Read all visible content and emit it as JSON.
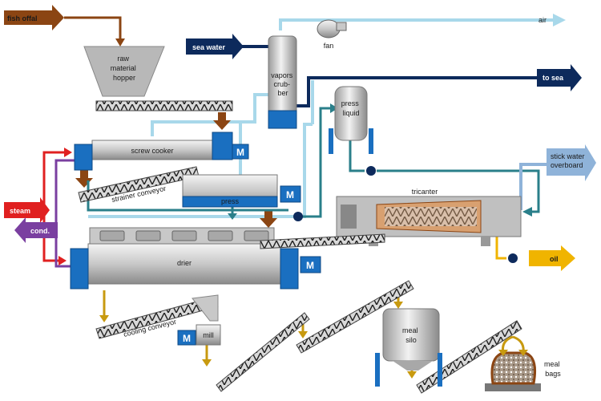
{
  "labels": {
    "fish_offal": "fish offal",
    "raw_material_hopper": [
      "raw",
      "material",
      "hopper"
    ],
    "sea_water": "sea water",
    "vapors_scrubber": [
      "vapors",
      "crub-",
      "ber"
    ],
    "fan": "fan",
    "air": "air",
    "to_sea": "to sea",
    "press_liquid": [
      "press",
      "liquid"
    ],
    "screw_cooker": "screw cooker",
    "strainer_conveyor": "strainer conveyor",
    "press": "press",
    "stick_water_overboard": [
      "stick water",
      "overboard"
    ],
    "tricanter": "tricanter",
    "steam": "steam",
    "cond": "cond.",
    "drier": "drier",
    "oil": "oil",
    "cooling_conveyor": "cooling conveyor",
    "mill": "mill",
    "meal_silo": [
      "meal",
      "silo"
    ],
    "meal_bags": [
      "meal",
      "bags"
    ],
    "motor": "M"
  },
  "colors": {
    "fish_flow": "#8b4513",
    "sea_water": "#0d2a5c",
    "air": "#a8d8ea",
    "liquid": "#2a7f8a",
    "steam": "#e02020",
    "condensate": "#7a3fa0",
    "meal": "#c89a10",
    "oil": "#f0b400",
    "equipment_blue": "#1a6fc0",
    "equipment_gray": "#bdbdbd",
    "stick_water": "#8fb3d9"
  }
}
